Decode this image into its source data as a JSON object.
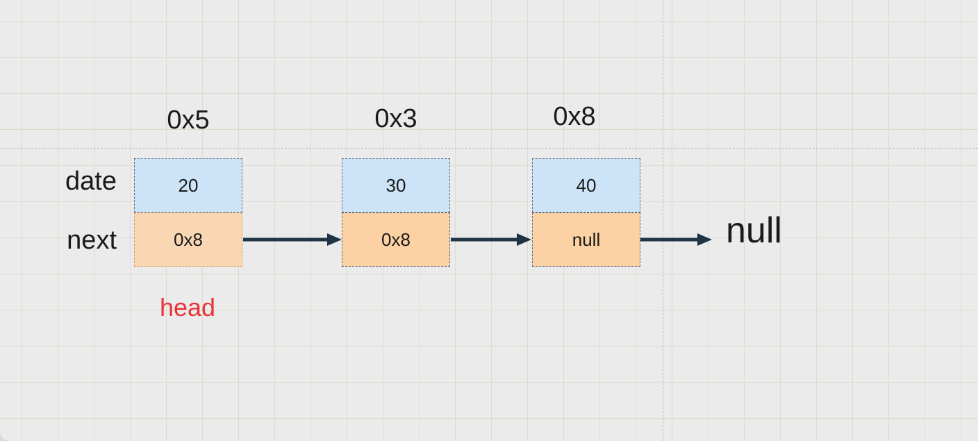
{
  "row_labels": {
    "data": "date",
    "next": "next"
  },
  "nodes": [
    {
      "address": "0x5",
      "data": "20",
      "next": "0x8"
    },
    {
      "address": "0x3",
      "data": "30",
      "next": "0x8"
    },
    {
      "address": "0x8",
      "data": "40",
      "next": "null"
    }
  ],
  "terminal": "null",
  "head_label": "head",
  "colors": {
    "data_cell": "#cce3f8",
    "next_cell": "#fcd1a4",
    "arrow": "#1f3347",
    "head": "#e8343a"
  }
}
